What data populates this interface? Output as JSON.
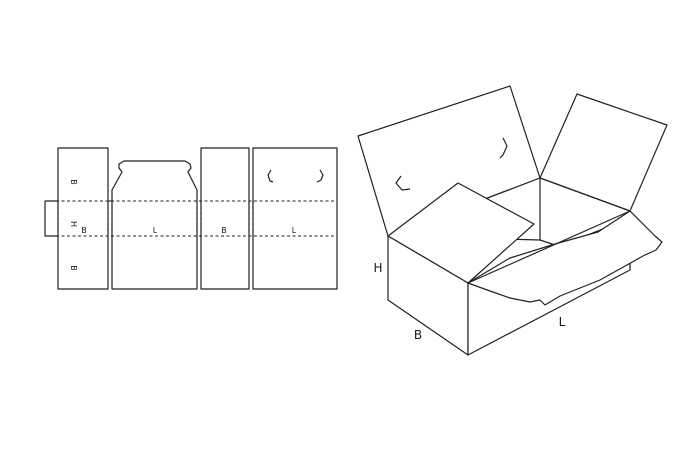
{
  "diagram": {
    "flat_labels": {
      "panel_b_top": "B",
      "height": "H",
      "b1": "B",
      "l1": "L",
      "b2": "B",
      "l2": "L",
      "panel_b_bottom": "B"
    },
    "box_labels": {
      "height": "H",
      "width": "B",
      "length": "L"
    },
    "colors": {
      "line": "#222222",
      "background": "#ffffff"
    }
  }
}
